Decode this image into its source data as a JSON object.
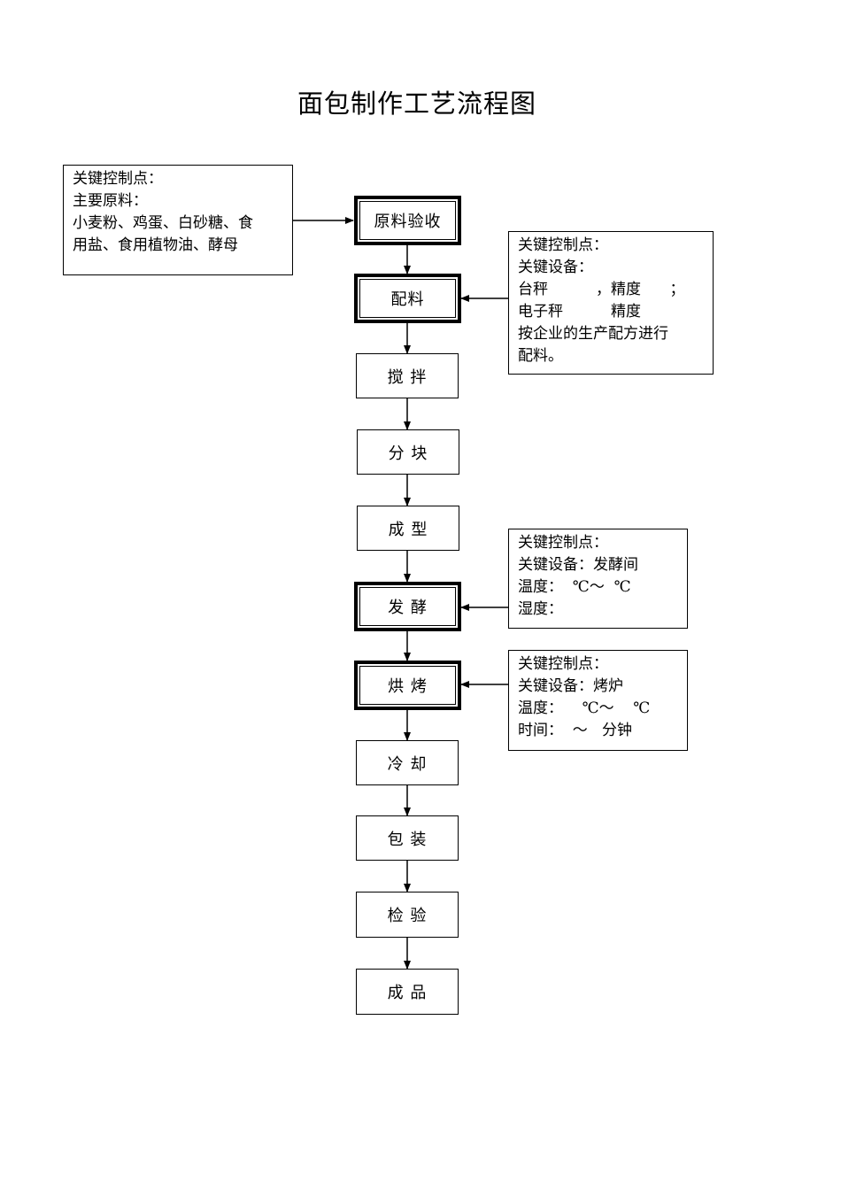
{
  "title": "面包制作工艺流程图",
  "steps": [
    {
      "id": "raw-material-inspection",
      "label": "原料验收",
      "ccp": true
    },
    {
      "id": "batching",
      "label": "配料",
      "ccp": true
    },
    {
      "id": "mixing",
      "label": "搅 拌",
      "ccp": false
    },
    {
      "id": "dividing",
      "label": "分 块",
      "ccp": false
    },
    {
      "id": "shaping",
      "label": "成 型",
      "ccp": false
    },
    {
      "id": "fermentation",
      "label": "发 酵",
      "ccp": true
    },
    {
      "id": "baking",
      "label": "烘 烤",
      "ccp": true
    },
    {
      "id": "cooling",
      "label": "冷 却",
      "ccp": false
    },
    {
      "id": "packaging",
      "label": "包 装",
      "ccp": false
    },
    {
      "id": "inspection",
      "label": "检 验",
      "ccp": false
    },
    {
      "id": "finished-product",
      "label": "成 品",
      "ccp": false
    }
  ],
  "notes": {
    "raw_materials": {
      "lines": [
        "关键控制点：",
        "主要原料：",
        "小麦粉、鸡蛋、白砂糖、食",
        "用盐、食用植物油、酵母"
      ]
    },
    "batching": {
      "lines": [
        "关键控制点：",
        "关键设备：",
        "台秤          ，精度      ；",
        "电子秤          精度",
        "按企业的生产配方进行",
        "配料。"
      ]
    },
    "fermentation": {
      "lines": [
        "关键控制点：",
        "关键设备：发酵间",
        "温度：  ℃～  ℃",
        "湿度："
      ]
    },
    "baking": {
      "lines": [
        "关键控制点：",
        "关键设备：烤炉",
        "温度：    ℃～    ℃",
        "时间：  ～   分钟"
      ]
    }
  }
}
